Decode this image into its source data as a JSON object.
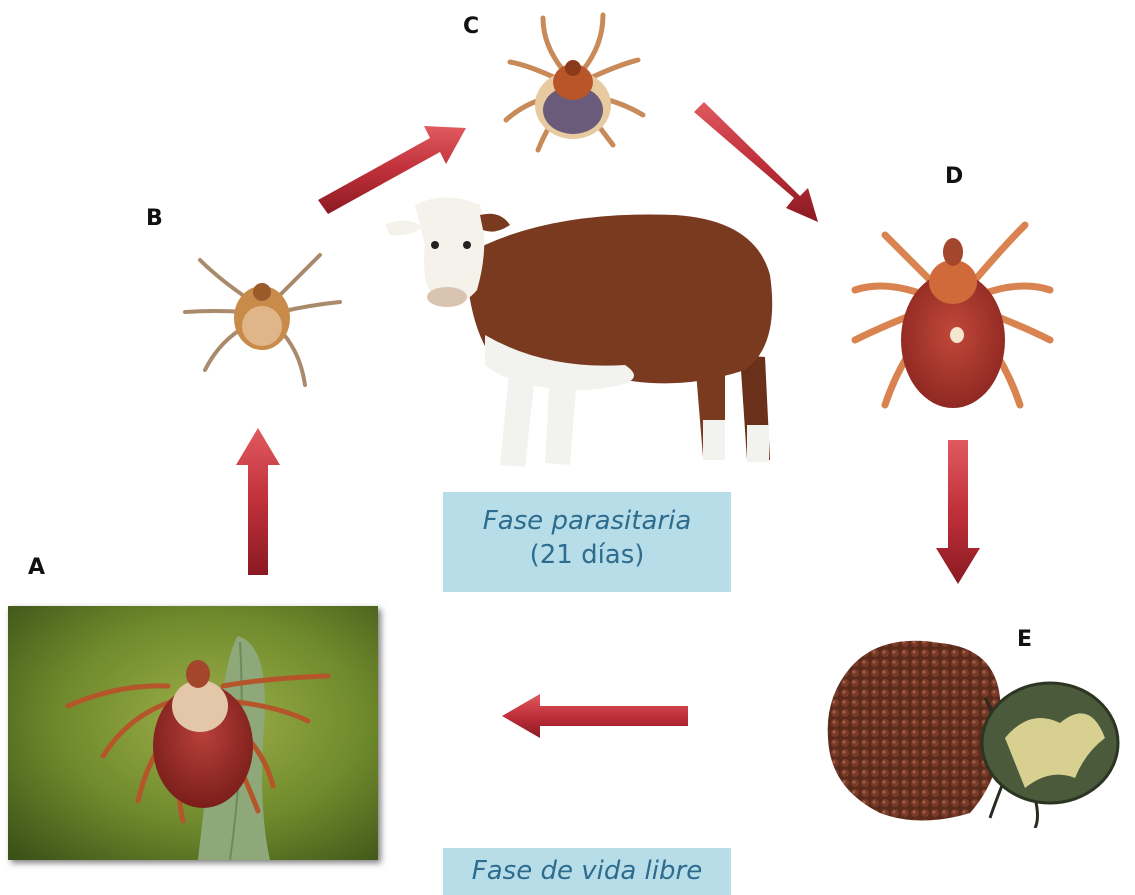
{
  "stages": {
    "a": "A",
    "b": "B",
    "c": "C",
    "d": "D",
    "e": "E"
  },
  "phases": {
    "parasitic_title": "Fase parasitaria",
    "parasitic_duration": "(21 días)",
    "free_living_title": "Fase de vida libre"
  },
  "images": {
    "a": "adult-tick-on-leaf",
    "b": "larva-tick",
    "c": "nymph-tick",
    "d": "engorged-adult-tick",
    "e": "tick-with-egg-mass",
    "host": "cow"
  },
  "colors": {
    "arrow": "#c0303a",
    "phase_box_bg": "#b7dde8",
    "phase_text": "#2e6c8e"
  }
}
